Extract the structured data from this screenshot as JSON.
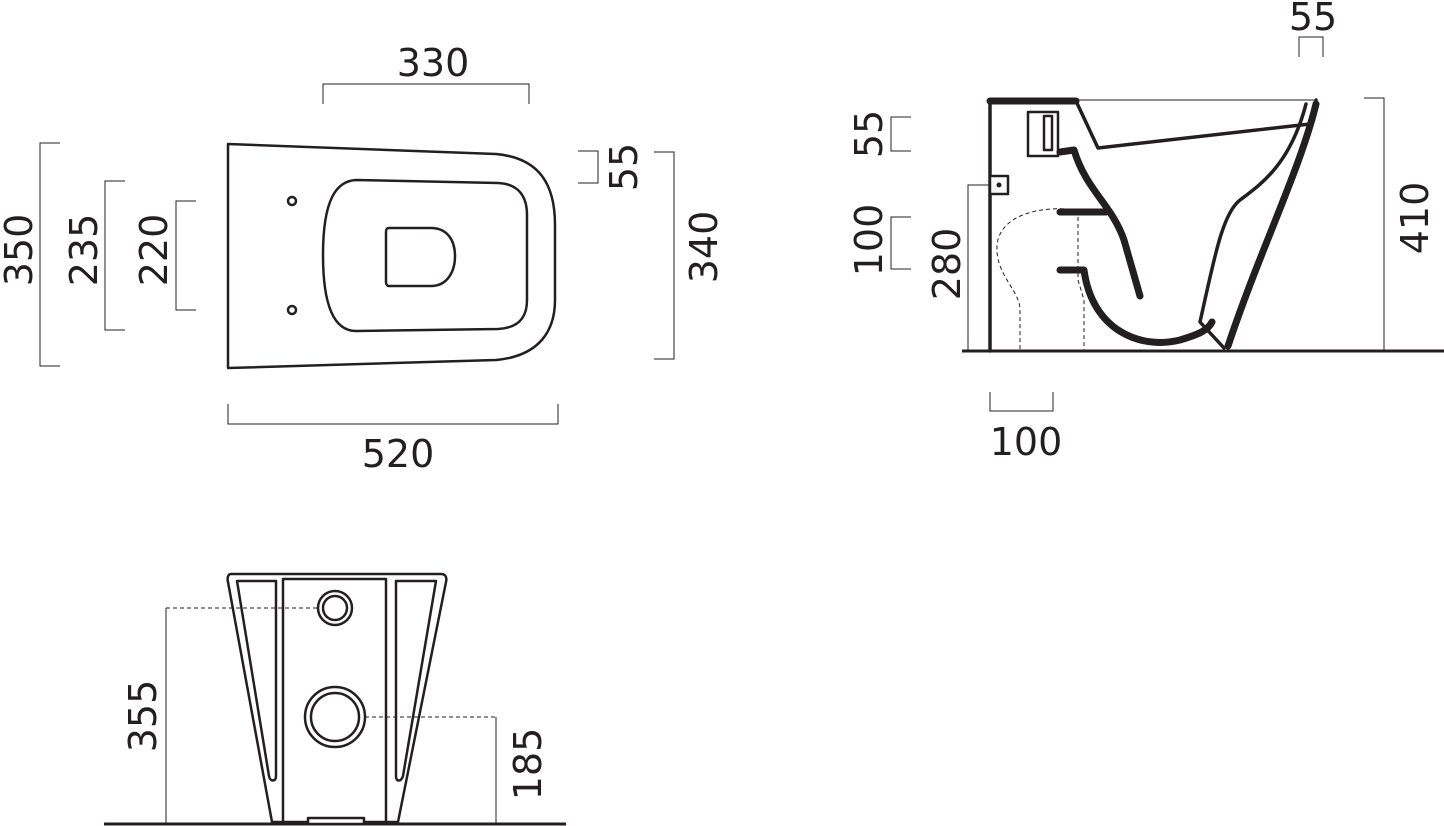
{
  "top_view": {
    "dims": {
      "width_top": "330",
      "width_bottom": "520",
      "left_outer": "350",
      "left_mid": "235",
      "left_inner": "220",
      "right_small": "55",
      "right_main": "340"
    }
  },
  "side_view": {
    "dims": {
      "top_small": "55",
      "left_small": "55",
      "left_mid": "100",
      "left_tall": "280",
      "right_height": "410",
      "bottom": "100"
    }
  },
  "rear_view": {
    "dims": {
      "upper_inlet": "355",
      "lower_outlet": "185"
    }
  }
}
